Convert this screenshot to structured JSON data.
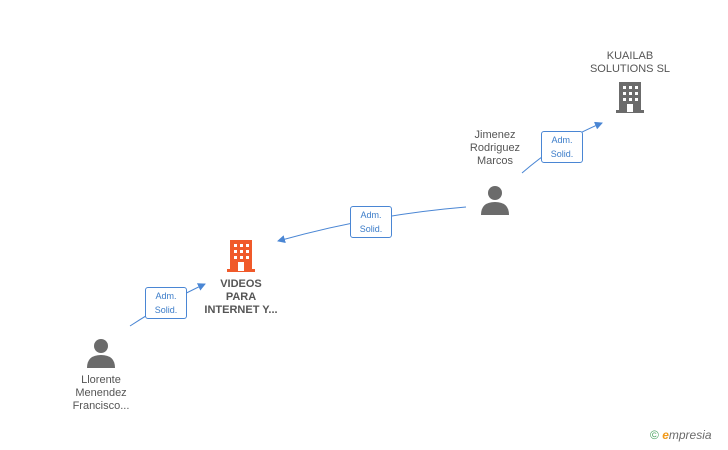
{
  "nodes": {
    "kuailab": {
      "label": "KUAILAB\nSOLUTIONS  SL",
      "icon": "building-icon",
      "color": "#6b6b6b"
    },
    "jimenez": {
      "label": "Jimenez\nRodriguez\nMarcos",
      "icon": "person-icon",
      "color": "#6b6b6b"
    },
    "videos": {
      "label": "VIDEOS\nPARA\nINTERNET Y...",
      "icon": "building-icon",
      "color": "#f05a2a"
    },
    "llorente": {
      "label": "Llorente\nMenendez\nFrancisco...",
      "icon": "person-icon",
      "color": "#6b6b6b"
    }
  },
  "edges": [
    {
      "from": "jimenez",
      "to": "kuailab",
      "line1": "Adm.",
      "line2": "Solid."
    },
    {
      "from": "jimenez",
      "to": "videos",
      "line1": "Adm.",
      "line2": "Solid."
    },
    {
      "from": "llorente",
      "to": "videos",
      "line1": "Adm.",
      "line2": "Solid."
    }
  ],
  "footer": {
    "copyright": "©",
    "brand_e": "e",
    "brand_rest": "mpresia"
  },
  "colors": {
    "edge": "#4a86d4"
  }
}
